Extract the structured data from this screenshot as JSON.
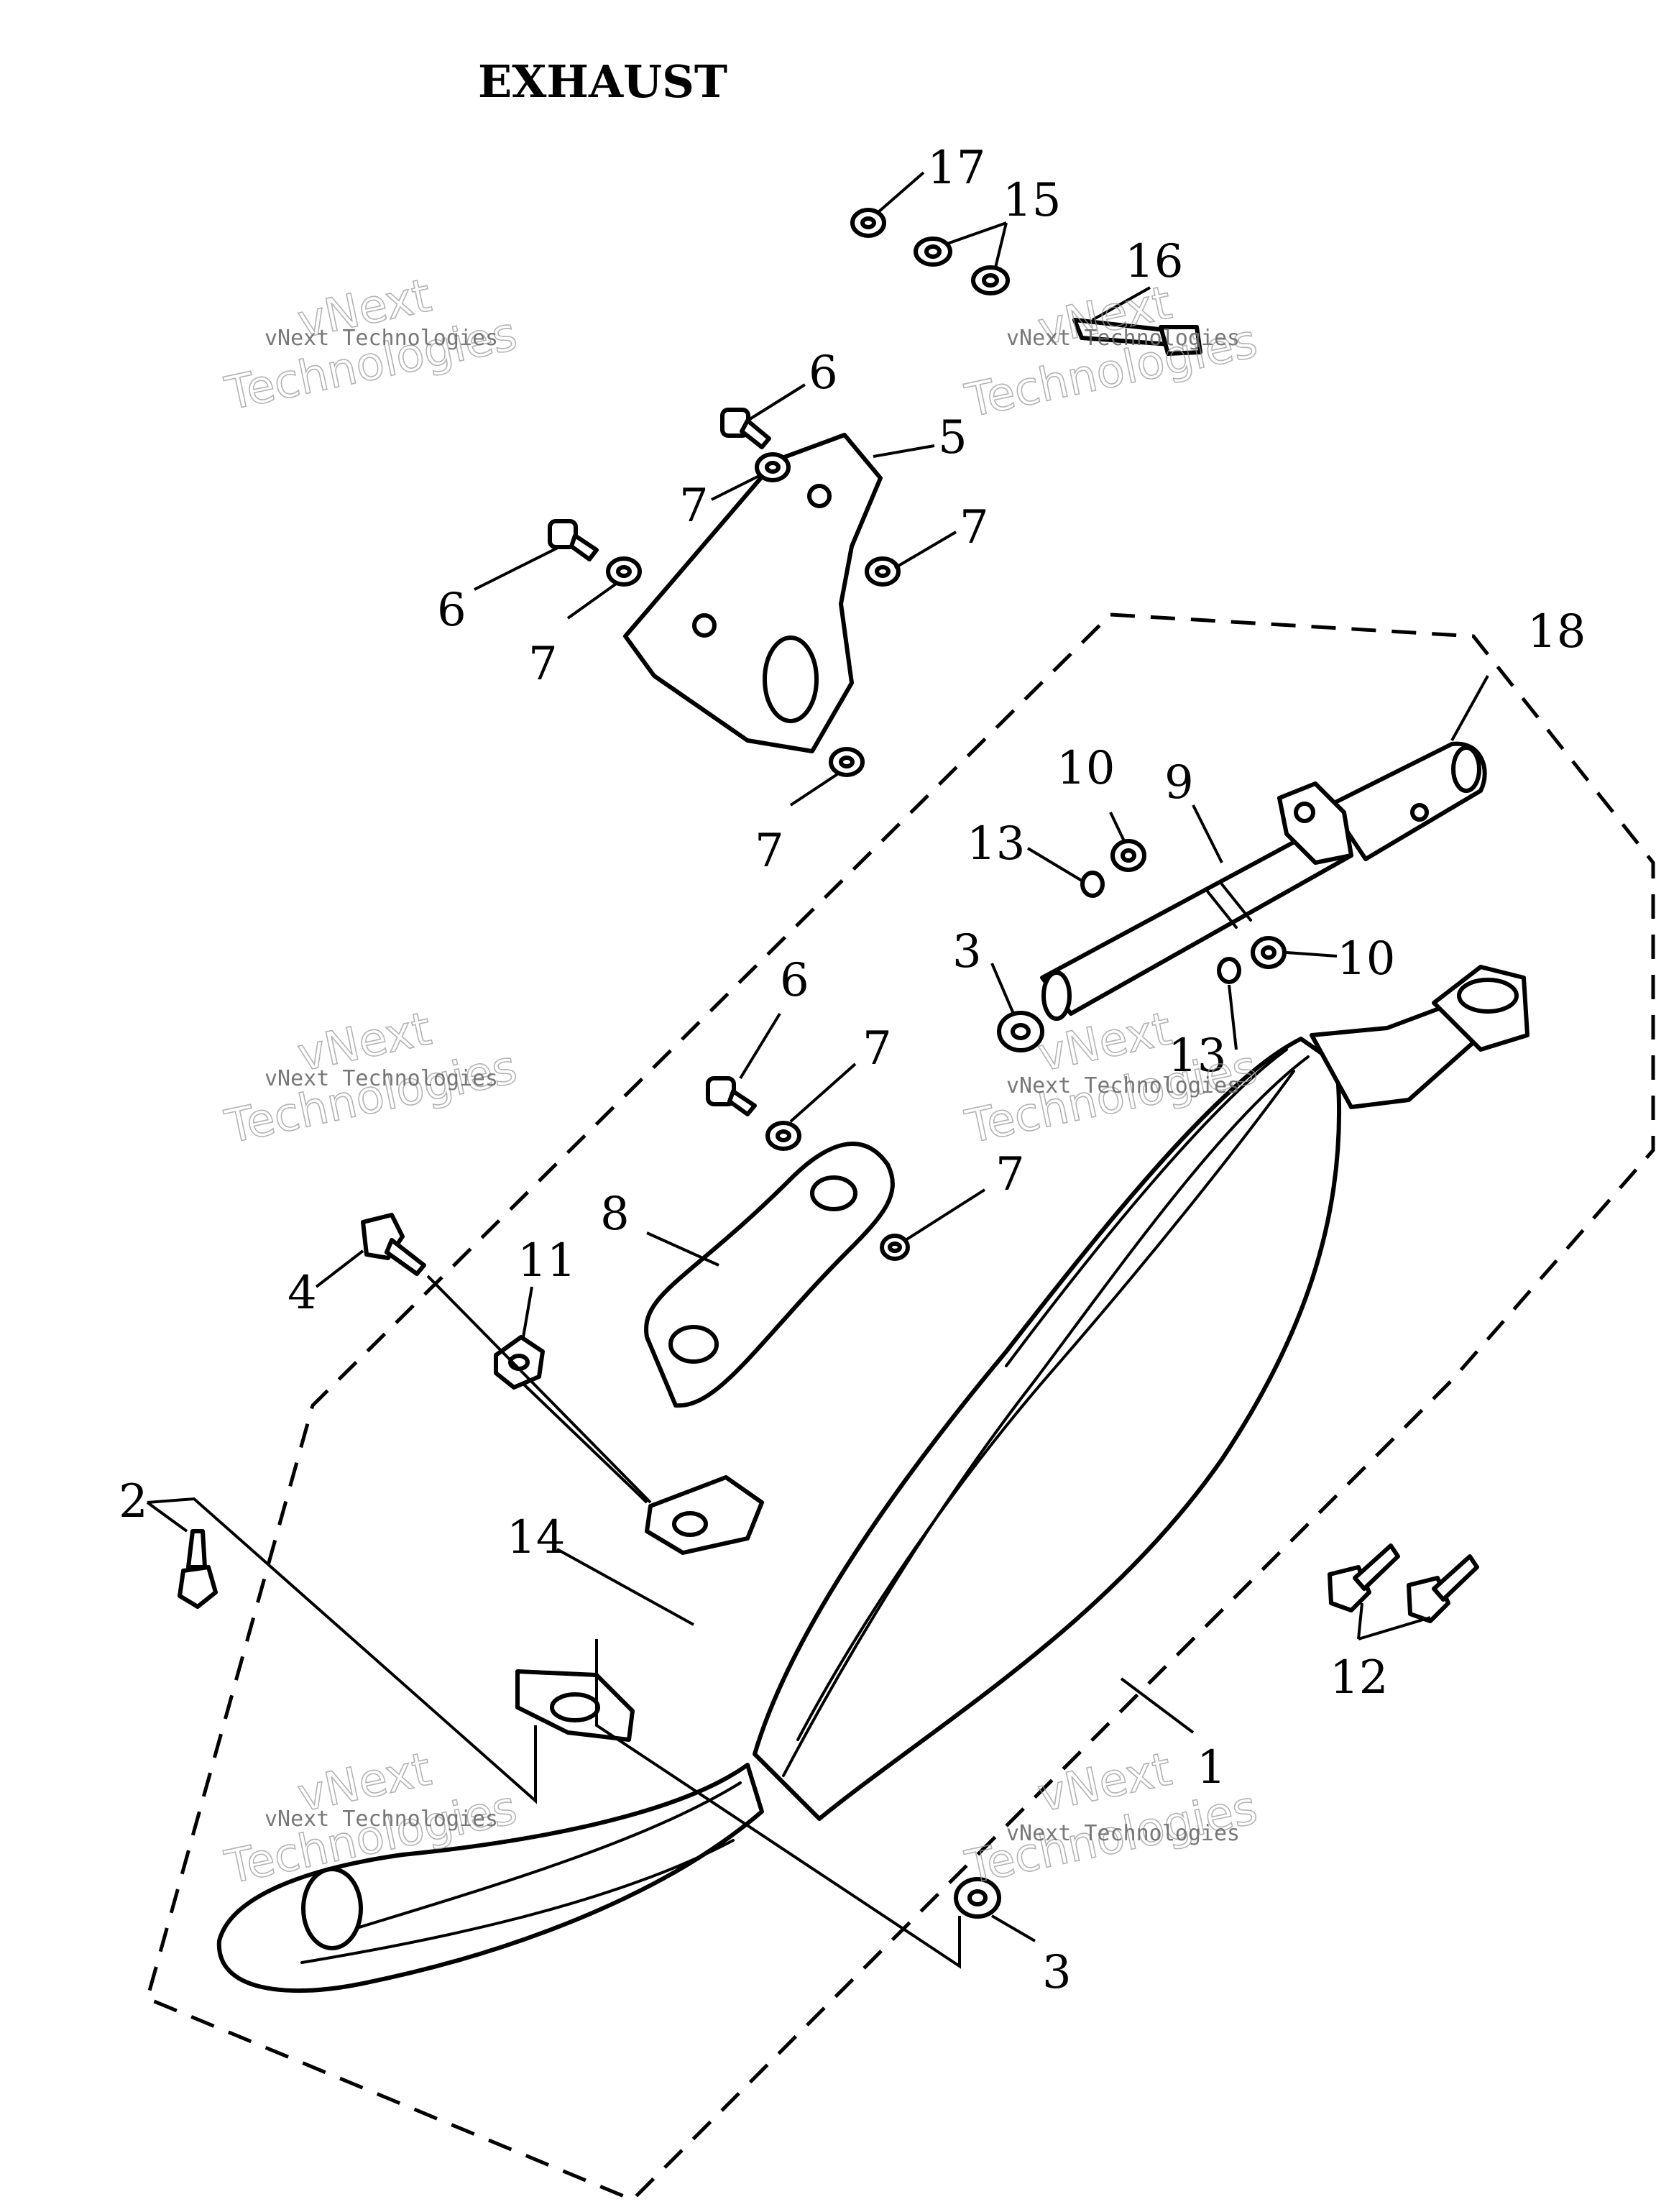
{
  "title": "EXHAUST",
  "callouts": [
    "1",
    "2",
    "3",
    "3",
    "4",
    "5",
    "6",
    "6",
    "6",
    "7",
    "7",
    "7",
    "7",
    "7",
    "7",
    "8",
    "9",
    "10",
    "10",
    "11",
    "12",
    "13",
    "13",
    "14",
    "15",
    "16",
    "17",
    "18"
  ],
  "watermark": {
    "line1": "vNext",
    "line2": "Technologies",
    "small": "vNext Technologies"
  }
}
